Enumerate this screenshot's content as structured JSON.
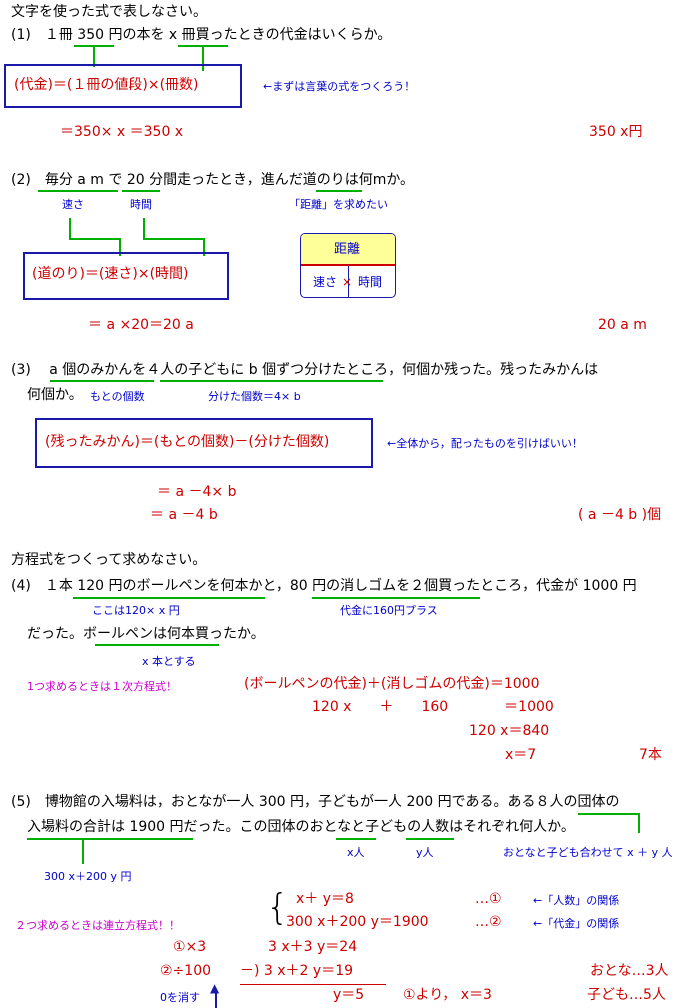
{
  "intro": "文字を使った式で表しなさい。",
  "q1": {
    "question": "(1)　１冊 350 円の本を x 冊買ったときの代金はいくらか。",
    "box": "(代金)＝(１冊の値段)×(冊数)",
    "note": "←まずは言葉の式をつくろう！",
    "work": "＝350× x ＝350 x",
    "answer": "350 x円"
  },
  "q2": {
    "question": "(2)　毎分 a m で 20 分間走ったとき，進んだ道のりは何mか。",
    "label_speed": "速さ",
    "label_time": "時間",
    "note": "「距離」を求めたい",
    "box": "(道のり)＝(速さ)×(時間)",
    "kbox_top": "距離",
    "kbox_left": "速さ",
    "kbox_times": "×",
    "kbox_right": "時間",
    "work": "＝ a ×20＝20 a",
    "answer": "20 a m"
  },
  "q3": {
    "question_line1": "(3)　 a 個のみかんを４人の子どもに b 個ずつ分けたところ，何個か残った。残ったみかんは",
    "question_line2": "何個か。",
    "label_original": "もとの個数",
    "label_divided": "分けた個数＝4× b",
    "box": "(残ったみかん)＝(もとの個数)－(分けた個数)",
    "note": "←全体から，配ったものを引けばいい！",
    "work1": "＝ a －4× b",
    "work2": "＝ a －4 b",
    "answer": "( a －4 b )個"
  },
  "section2": "方程式をつくって求めなさい。",
  "q4": {
    "question_line1": "(4)　１本 120 円のボールペンを何本かと，80 円の消しゴムを２個買ったところ，代金が 1000 円",
    "question_line2": "だった。ボールペンは何本買ったか。",
    "label_here": "ここは120× x 円",
    "label_plus": "代金に160円プラス",
    "label_x": "x 本とする",
    "tip": "1つ求めるときは１次方程式！",
    "eq1": "(ボールペンの代金)＋(消しゴムの代金)＝1000",
    "eq2": "120 x　　＋　　160　　　　＝1000",
    "eq3": "120 x＝840",
    "eq4": "x＝7",
    "answer": "7本"
  },
  "q5": {
    "question_line1": "(5)　博物館の入場料は，おとなが一人 300 円，子どもが一人 200 円である。ある８人の団体の",
    "question_line2": "入場料の合計は 1900 円だった。この団体のおとなと子どもの人数はそれぞれ何人か。",
    "label_xnin": "x人",
    "label_ynin": "y人",
    "label_sum": "おとなと子ども合わせて x ＋ y 人",
    "label_cost": "300 x＋200 y 円",
    "tip": "２つ求めるときは連立方程式！！",
    "brace": "{",
    "sys1": "x＋ y＝8",
    "sys2": "300 x＋200 y＝1900",
    "mark1": "…①",
    "mark2": "…②",
    "note1": "←「人数」の関係",
    "note2": "←「代金」の関係",
    "op1": "①×3",
    "op2": "②÷100",
    "calc1": "3 x＋3 y＝24",
    "calc2": "－)  3 x＋2 y＝19",
    "calc3": "y＝5",
    "from": "①より， x＝3",
    "elim": "0を消す",
    "ans_adult": "おとな…3人",
    "ans_child": "子ども…5人"
  }
}
